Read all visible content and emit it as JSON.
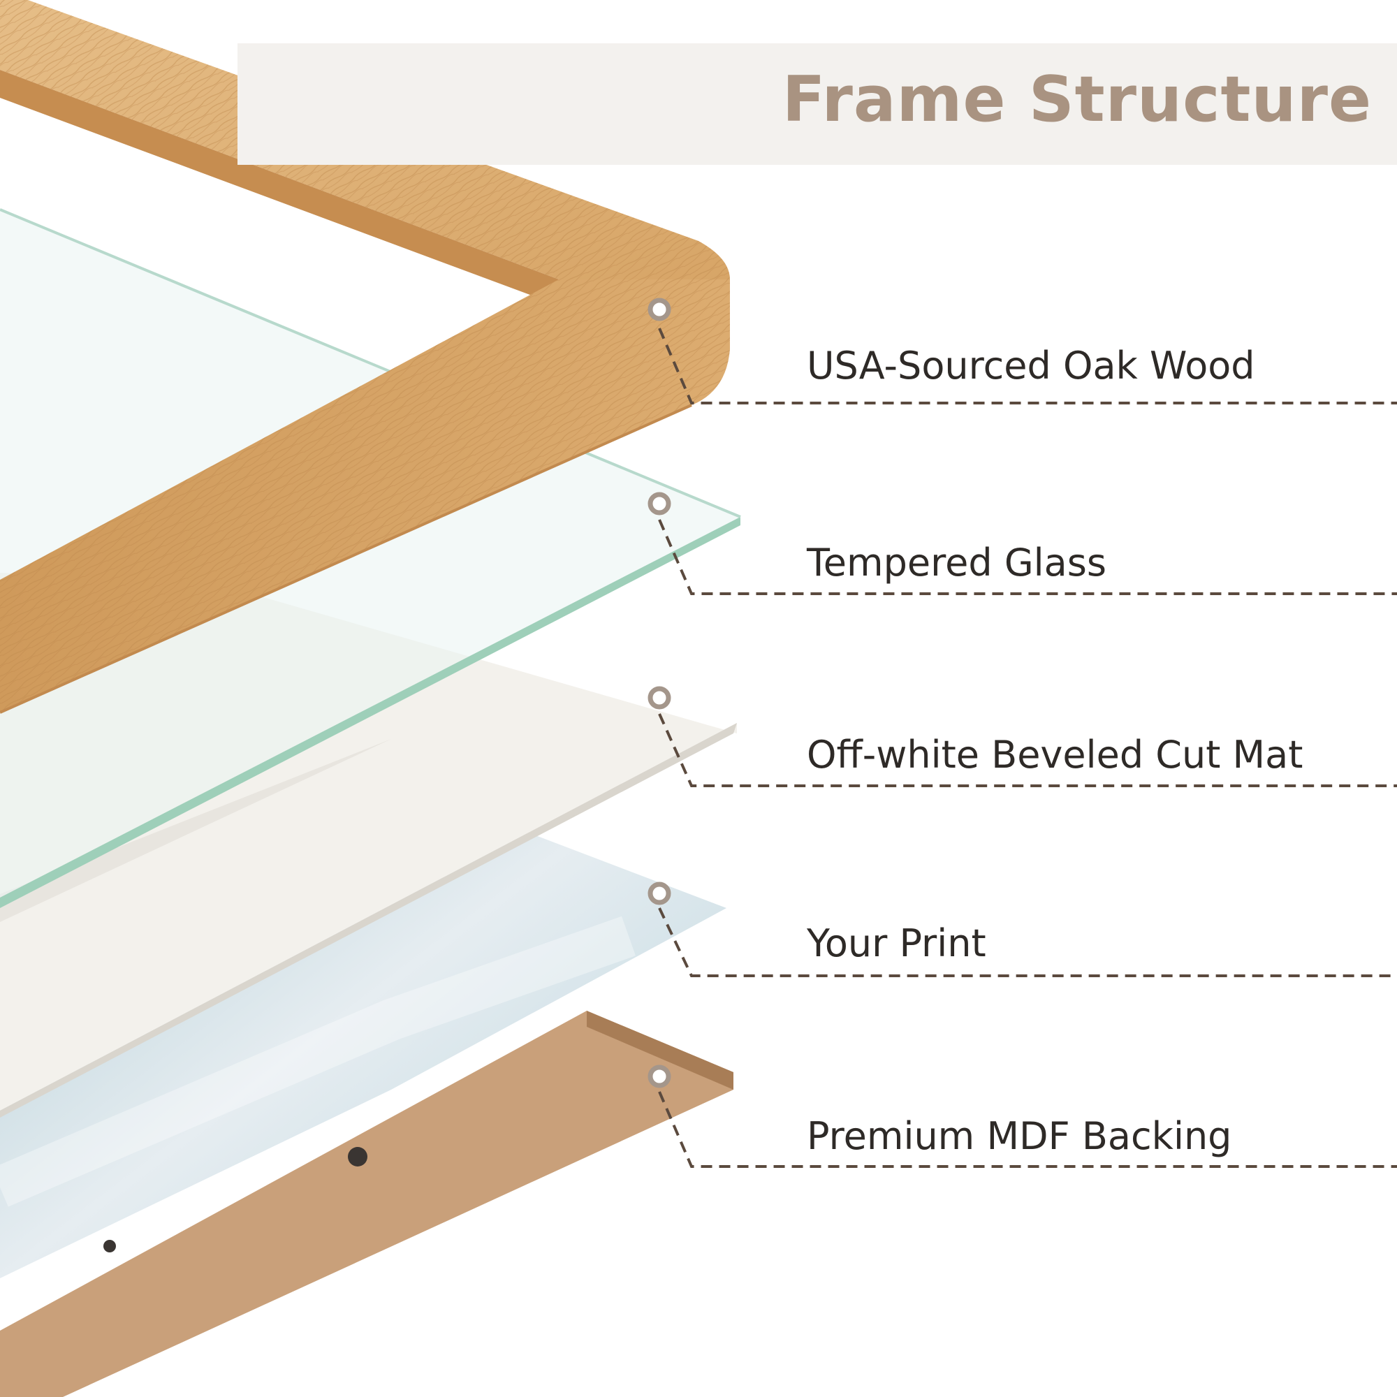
{
  "title": "Frame Structure",
  "layers": [
    {
      "label": "USA-Sourced Oak Wood"
    },
    {
      "label": "Tempered Glass"
    },
    {
      "label": "Off-white Beveled Cut Mat"
    },
    {
      "label": "Your Print"
    },
    {
      "label": "Premium MDF Backing"
    }
  ],
  "colors": {
    "title": "#a99381",
    "label_text": "#2e2a27",
    "callout_line": "#5b4a3e",
    "callout_marker": "#a4968b",
    "oak": "#d7a56b",
    "glass_edge": "#9ecfb9",
    "mat": "#f3f1ec",
    "print": "#bdd5de",
    "mdf": "#c9a07a"
  }
}
